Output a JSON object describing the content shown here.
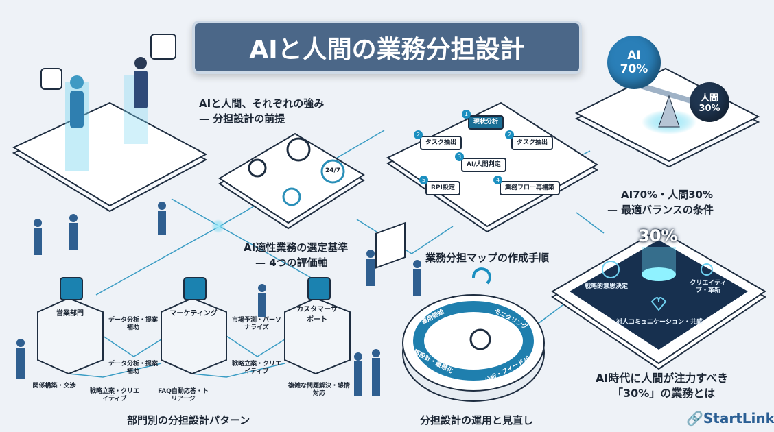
{
  "title": "AIと人間の業務分担設計",
  "sections": {
    "strengths": {
      "line1": "AIと人間、それぞれの強み",
      "line2": "— 分担設計の前提"
    },
    "criteria": {
      "line1": "AI適性業務の選定基準",
      "line2": "— 4つの評価軸",
      "clock_label": "24/7"
    },
    "map": {
      "label": "業務分担マップの作成手順"
    },
    "balance": {
      "line1": "AI70%・人間30%",
      "line2": "— 最適バランスの条件",
      "ai_label": "AI",
      "ai_value": "70%",
      "human_label": "人間",
      "human_value": "30%"
    },
    "focus": {
      "line1": "AI時代に人間が注力すべき",
      "line2": "「30%」の業務とは",
      "glow_value": "30%",
      "items": [
        "戦略的意思決定",
        "クリエイティブ・革新",
        "対人コミュニケーション・共感"
      ]
    },
    "departments": {
      "label": "部門別の分担設計パターン",
      "buildings": [
        "営業部門",
        "マーケティング",
        "カスタマーサポート"
      ],
      "flows": [
        "データ分析・提案補助",
        "データ分析・提案補助",
        "関係構築・交渉",
        "戦略立案・クリエイティブ",
        "市場予測・パーソナライズ",
        "戦略立案・クリエイティブ",
        "FAQ自動応答・トリアージ",
        "複雑な問題解決・感情対応"
      ]
    },
    "operation": {
      "label": "分担設計の運用と見直し",
      "cycle": [
        "運用開始",
        "モニタリング",
        "分析・フィードバック",
        "再設計・最適化"
      ]
    }
  },
  "flow_steps": [
    {
      "num": "1",
      "label": "現状分析"
    },
    {
      "num": "2",
      "label": "タスク抽出"
    },
    {
      "num": "2",
      "label": "タスク抽出"
    },
    {
      "num": "3",
      "label": "AI/人間判定"
    },
    {
      "num": "5",
      "label": "RPI設定"
    },
    {
      "num": "4",
      "label": "業務フロー再構築"
    }
  ],
  "brand": "StartLink",
  "colors": {
    "accent": "#1b8fc0",
    "title_bg": "#4b6788",
    "dark_panel": "#17304f",
    "line": "#3a9cc4"
  }
}
